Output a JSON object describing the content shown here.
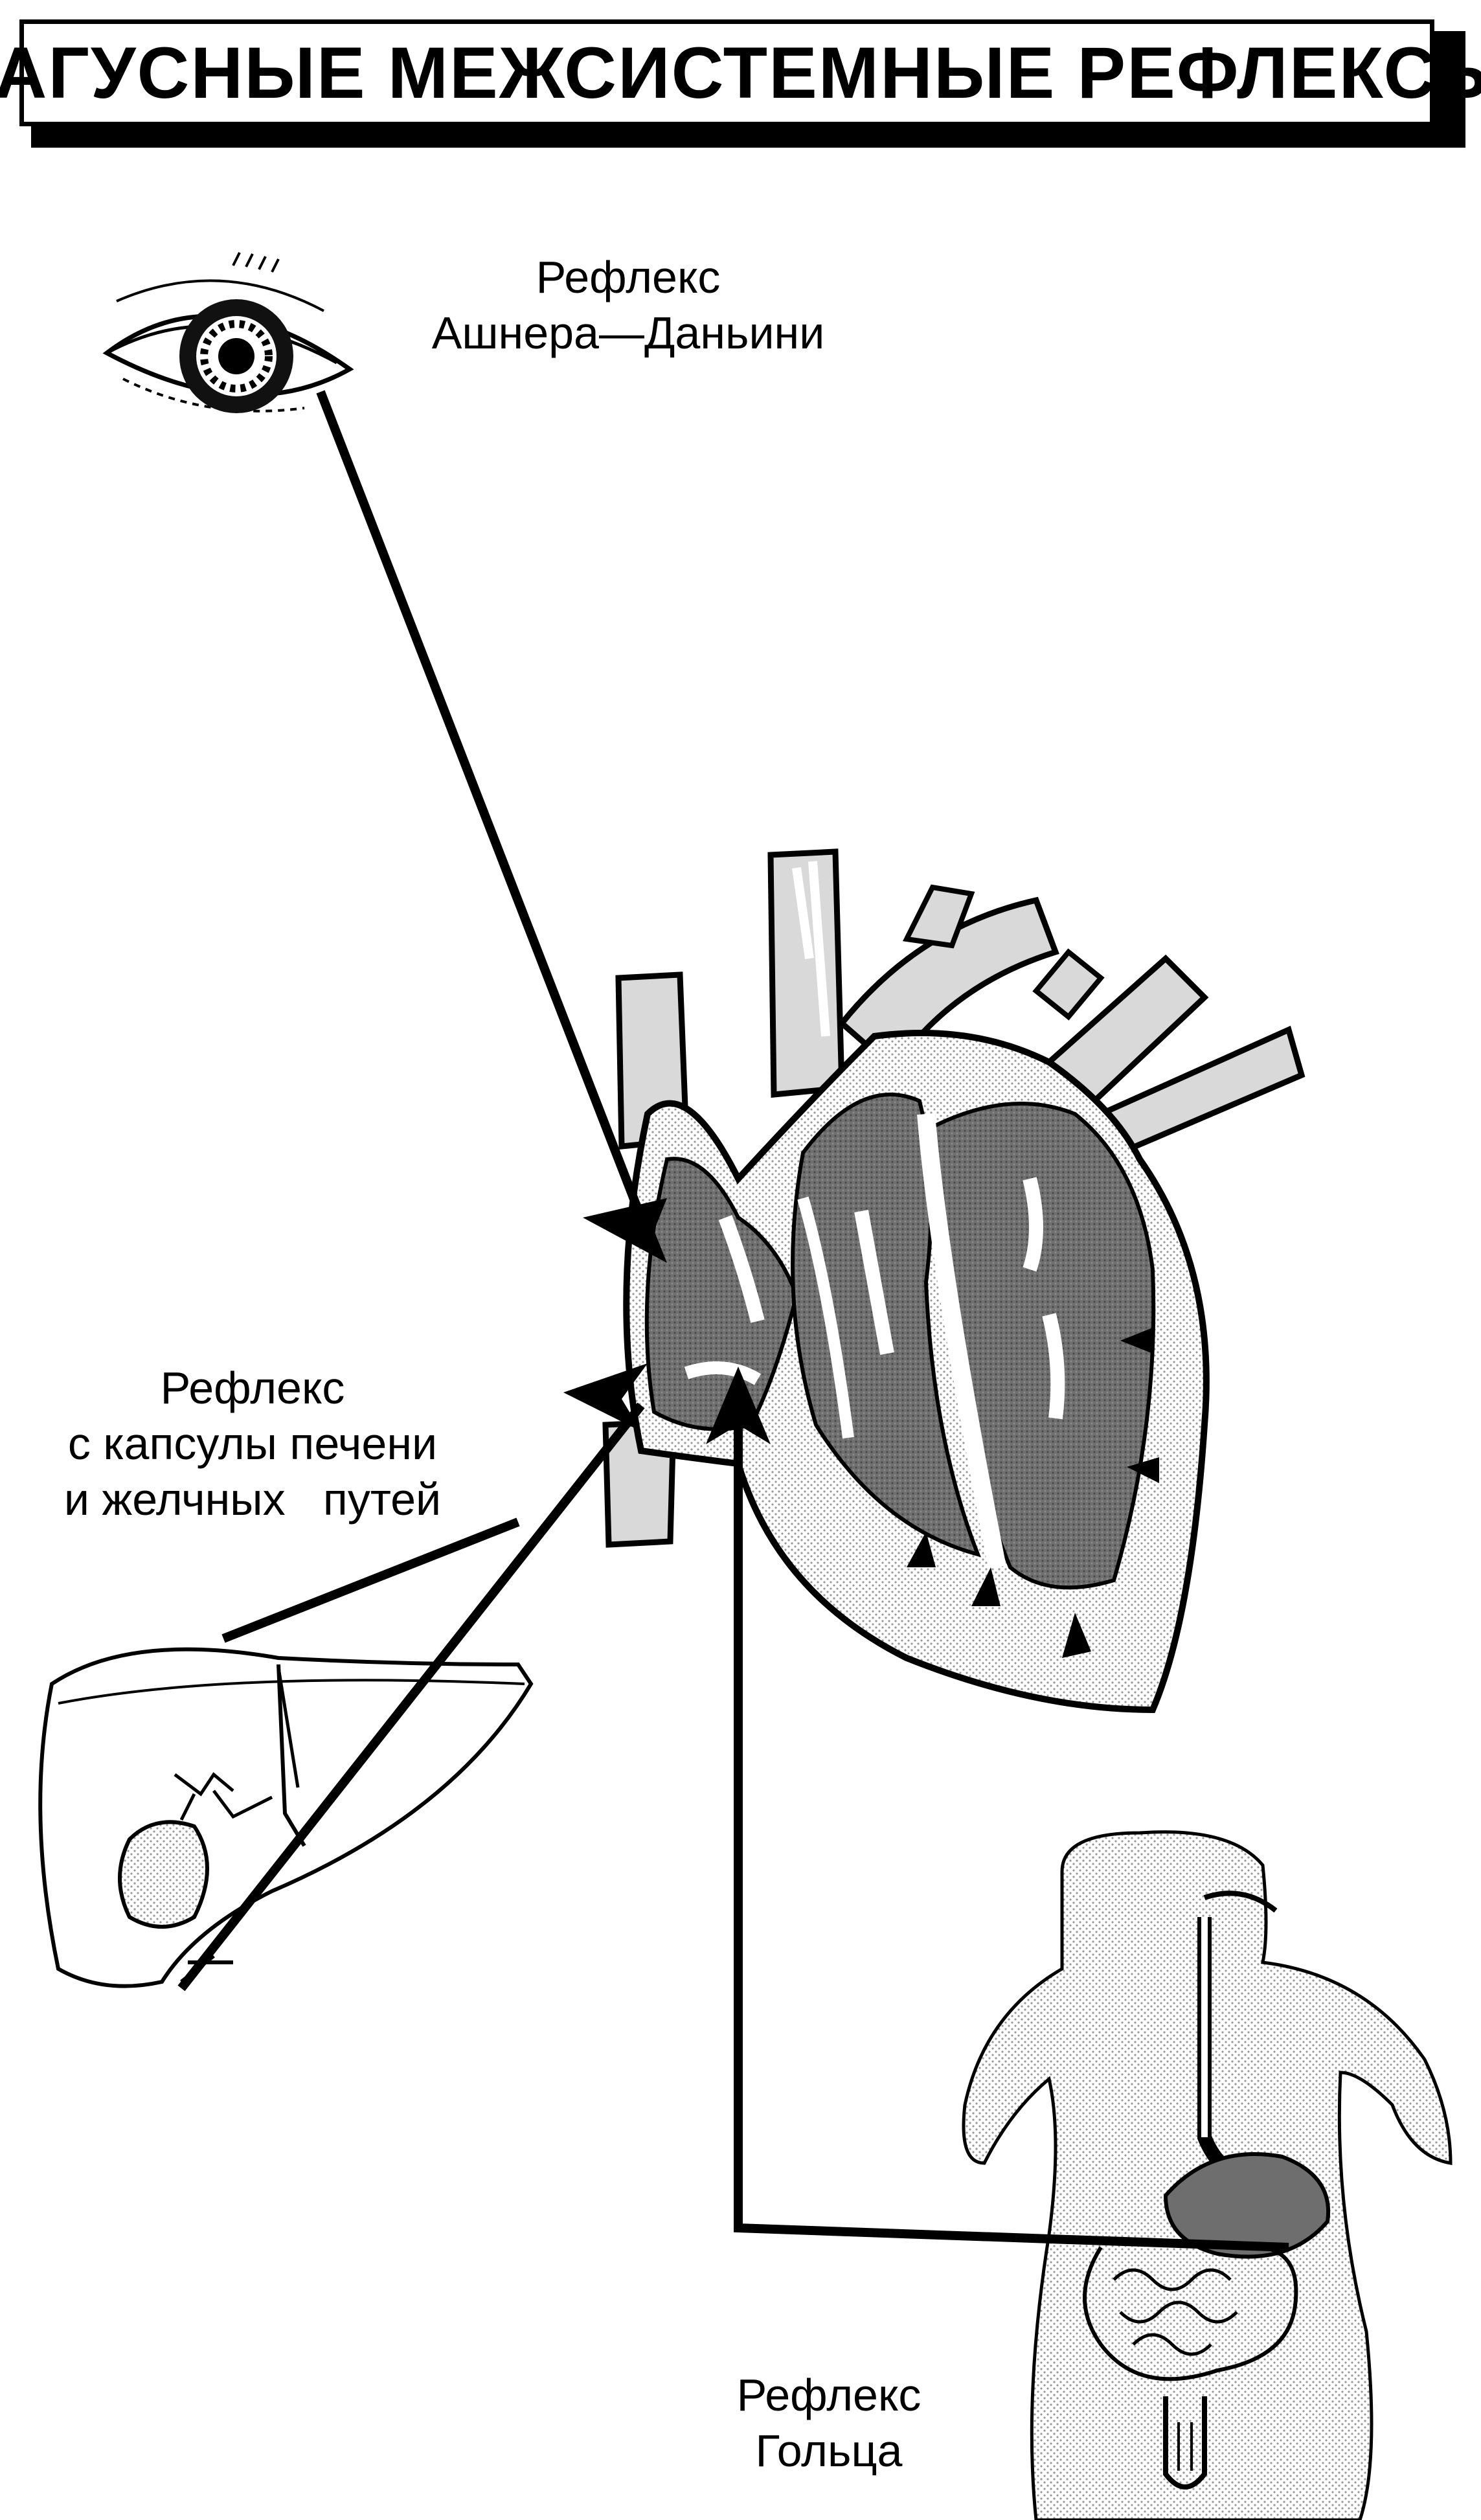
{
  "title": "ВАГУСНЫЕ МЕЖСИСТЕМНЫЕ РЕФЛЕКСЫ",
  "reflexes": [
    {
      "lines": [
        "Рефлекс",
        "Ашнера—Даньини"
      ],
      "organ_icon": "eye-icon"
    },
    {
      "lines": [
        "Рефлекс",
        "с капсулы печени",
        "и желчных   путей"
      ],
      "organ_icon": "liver-icon"
    },
    {
      "lines": [
        "Рефлекс",
        "Гольца"
      ],
      "organ_icon": "digestive-tract-icon"
    }
  ],
  "center_icon": "heart-icon",
  "colors": {
    "ink": "#000000",
    "shade": "#7a7a7a",
    "light_shade": "#cfcfcf",
    "background": "#ffffff"
  }
}
